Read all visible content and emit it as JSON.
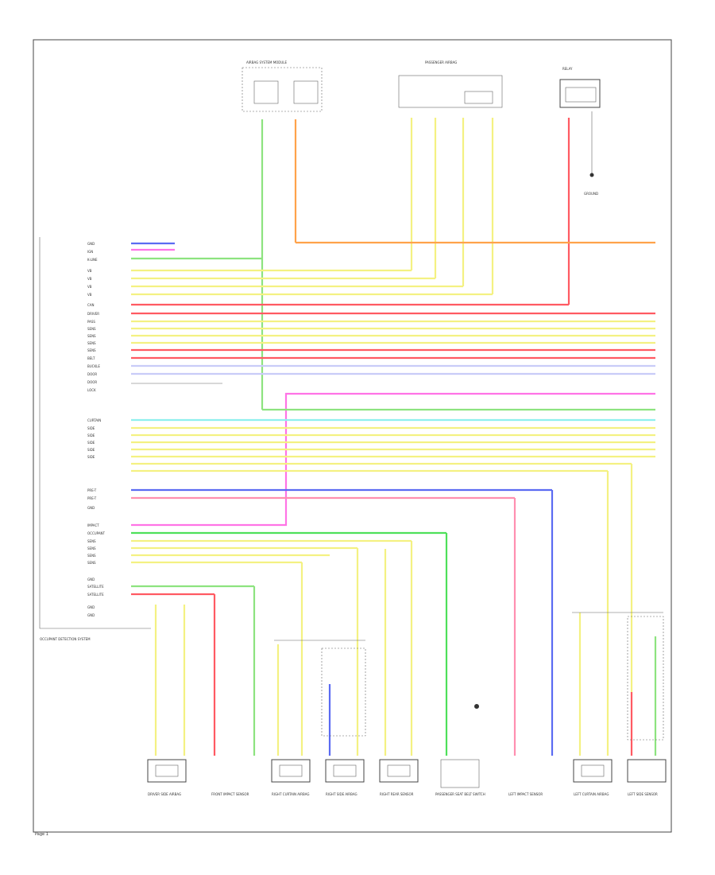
{
  "page_label": "Page 1",
  "colors": {
    "yellow": "#f4f182",
    "red": "#ff5a62",
    "pink": "#ff8fb0",
    "orange": "#ffa24a",
    "green": "#8de37f",
    "bright_green": "#4ee05a",
    "cyan": "#8ff0ee",
    "blue": "#5b6bf2",
    "magenta": "#ff73e6",
    "light_blue": "#c9ccf8"
  },
  "modules": {
    "main_unit": "AIRBAG SYSTEM MODULE",
    "passenger_airbag": "PASSENGER AIRBAG",
    "occupant_detection": "OCCUPANT DETECTION SYSTEM",
    "relay": "RELAY",
    "ground": "GROUND"
  },
  "left_pins_block1": [
    "GND",
    "IGN",
    "K-LINE",
    "VB",
    "VB",
    "VB",
    "VB",
    "CAN",
    "DRIVER",
    "PASS",
    "SENS",
    "SENS",
    "SENS",
    "SENS",
    "BELT",
    "BUCKLE",
    "DOOR",
    "DOOR",
    "LOCK"
  ],
  "left_pins_block2": [
    "CURTAIN",
    "SIDE",
    "SIDE",
    "SIDE",
    "SIDE",
    "SIDE",
    "PRE-T",
    "PRE-T",
    "GND"
  ],
  "left_pins_block3": [
    "IMPACT",
    "OCCUPANT",
    "SENS",
    "SENS",
    "SENS",
    "SENS",
    "GND",
    "SATELLITE",
    "SATELLITE",
    "GND",
    "GND"
  ],
  "bottom_components": [
    {
      "label": "DRIVER SIDE AIRBAG"
    },
    {
      "label": "FRONT IMPACT SENSOR"
    },
    {
      "label": "RIGHT CURTAIN AIRBAG"
    },
    {
      "label": "RIGHT SIDE AIRBAG"
    },
    {
      "label": "RIGHT REAR SENSOR"
    },
    {
      "label": "PASSENGER SEAT BELT SWITCH"
    },
    {
      "label": "LEFT IMPACT SENSOR"
    },
    {
      "label": "LEFT CURTAIN AIRBAG"
    },
    {
      "label": "LEFT SIDE SENSOR"
    }
  ]
}
